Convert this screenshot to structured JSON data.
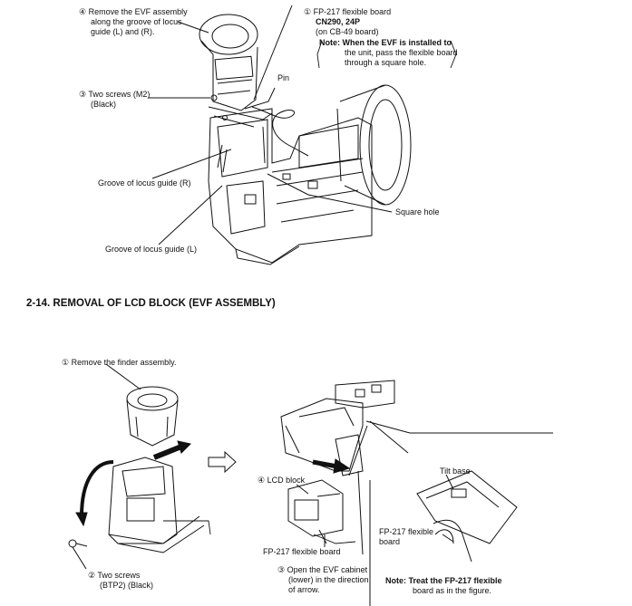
{
  "top": {
    "step4": [
      "④ Remove the EVF assembly",
      "along the groove of locus",
      "guide (L) and (R)."
    ],
    "step1": [
      "① FP-217 flexible board",
      "CN290, 24P",
      "(on CB-49 board)"
    ],
    "note": [
      "Note: When the EVF is installed to",
      "the unit, pass the flexible board",
      "through a square hole."
    ],
    "pin": "Pin",
    "step3": [
      "③ Two screws (M2)",
      "(Black)"
    ],
    "groove_r": "Groove of locus guide (R)",
    "square_hole": "Square hole",
    "groove_l": "Groove of locus guide (L)"
  },
  "section_title": "2-14.   REMOVAL OF LCD BLOCK (EVF ASSEMBLY)",
  "bottom": {
    "step1": "① Remove the finder assembly.",
    "step2": [
      "② Two screws",
      "(BTP2) (Black)"
    ],
    "lcd_block": "④ LCD block",
    "fp217": "FP-217 flexible board",
    "step3": [
      "③ Open the EVF cabinet",
      "(lower) in the direction",
      "of arrow."
    ],
    "tilt_base": "Tilt base",
    "fp217_right": [
      "FP-217 flexible",
      "board"
    ],
    "note": [
      "Note: Treat the FP-217 flexible",
      "board as in the figure."
    ]
  }
}
